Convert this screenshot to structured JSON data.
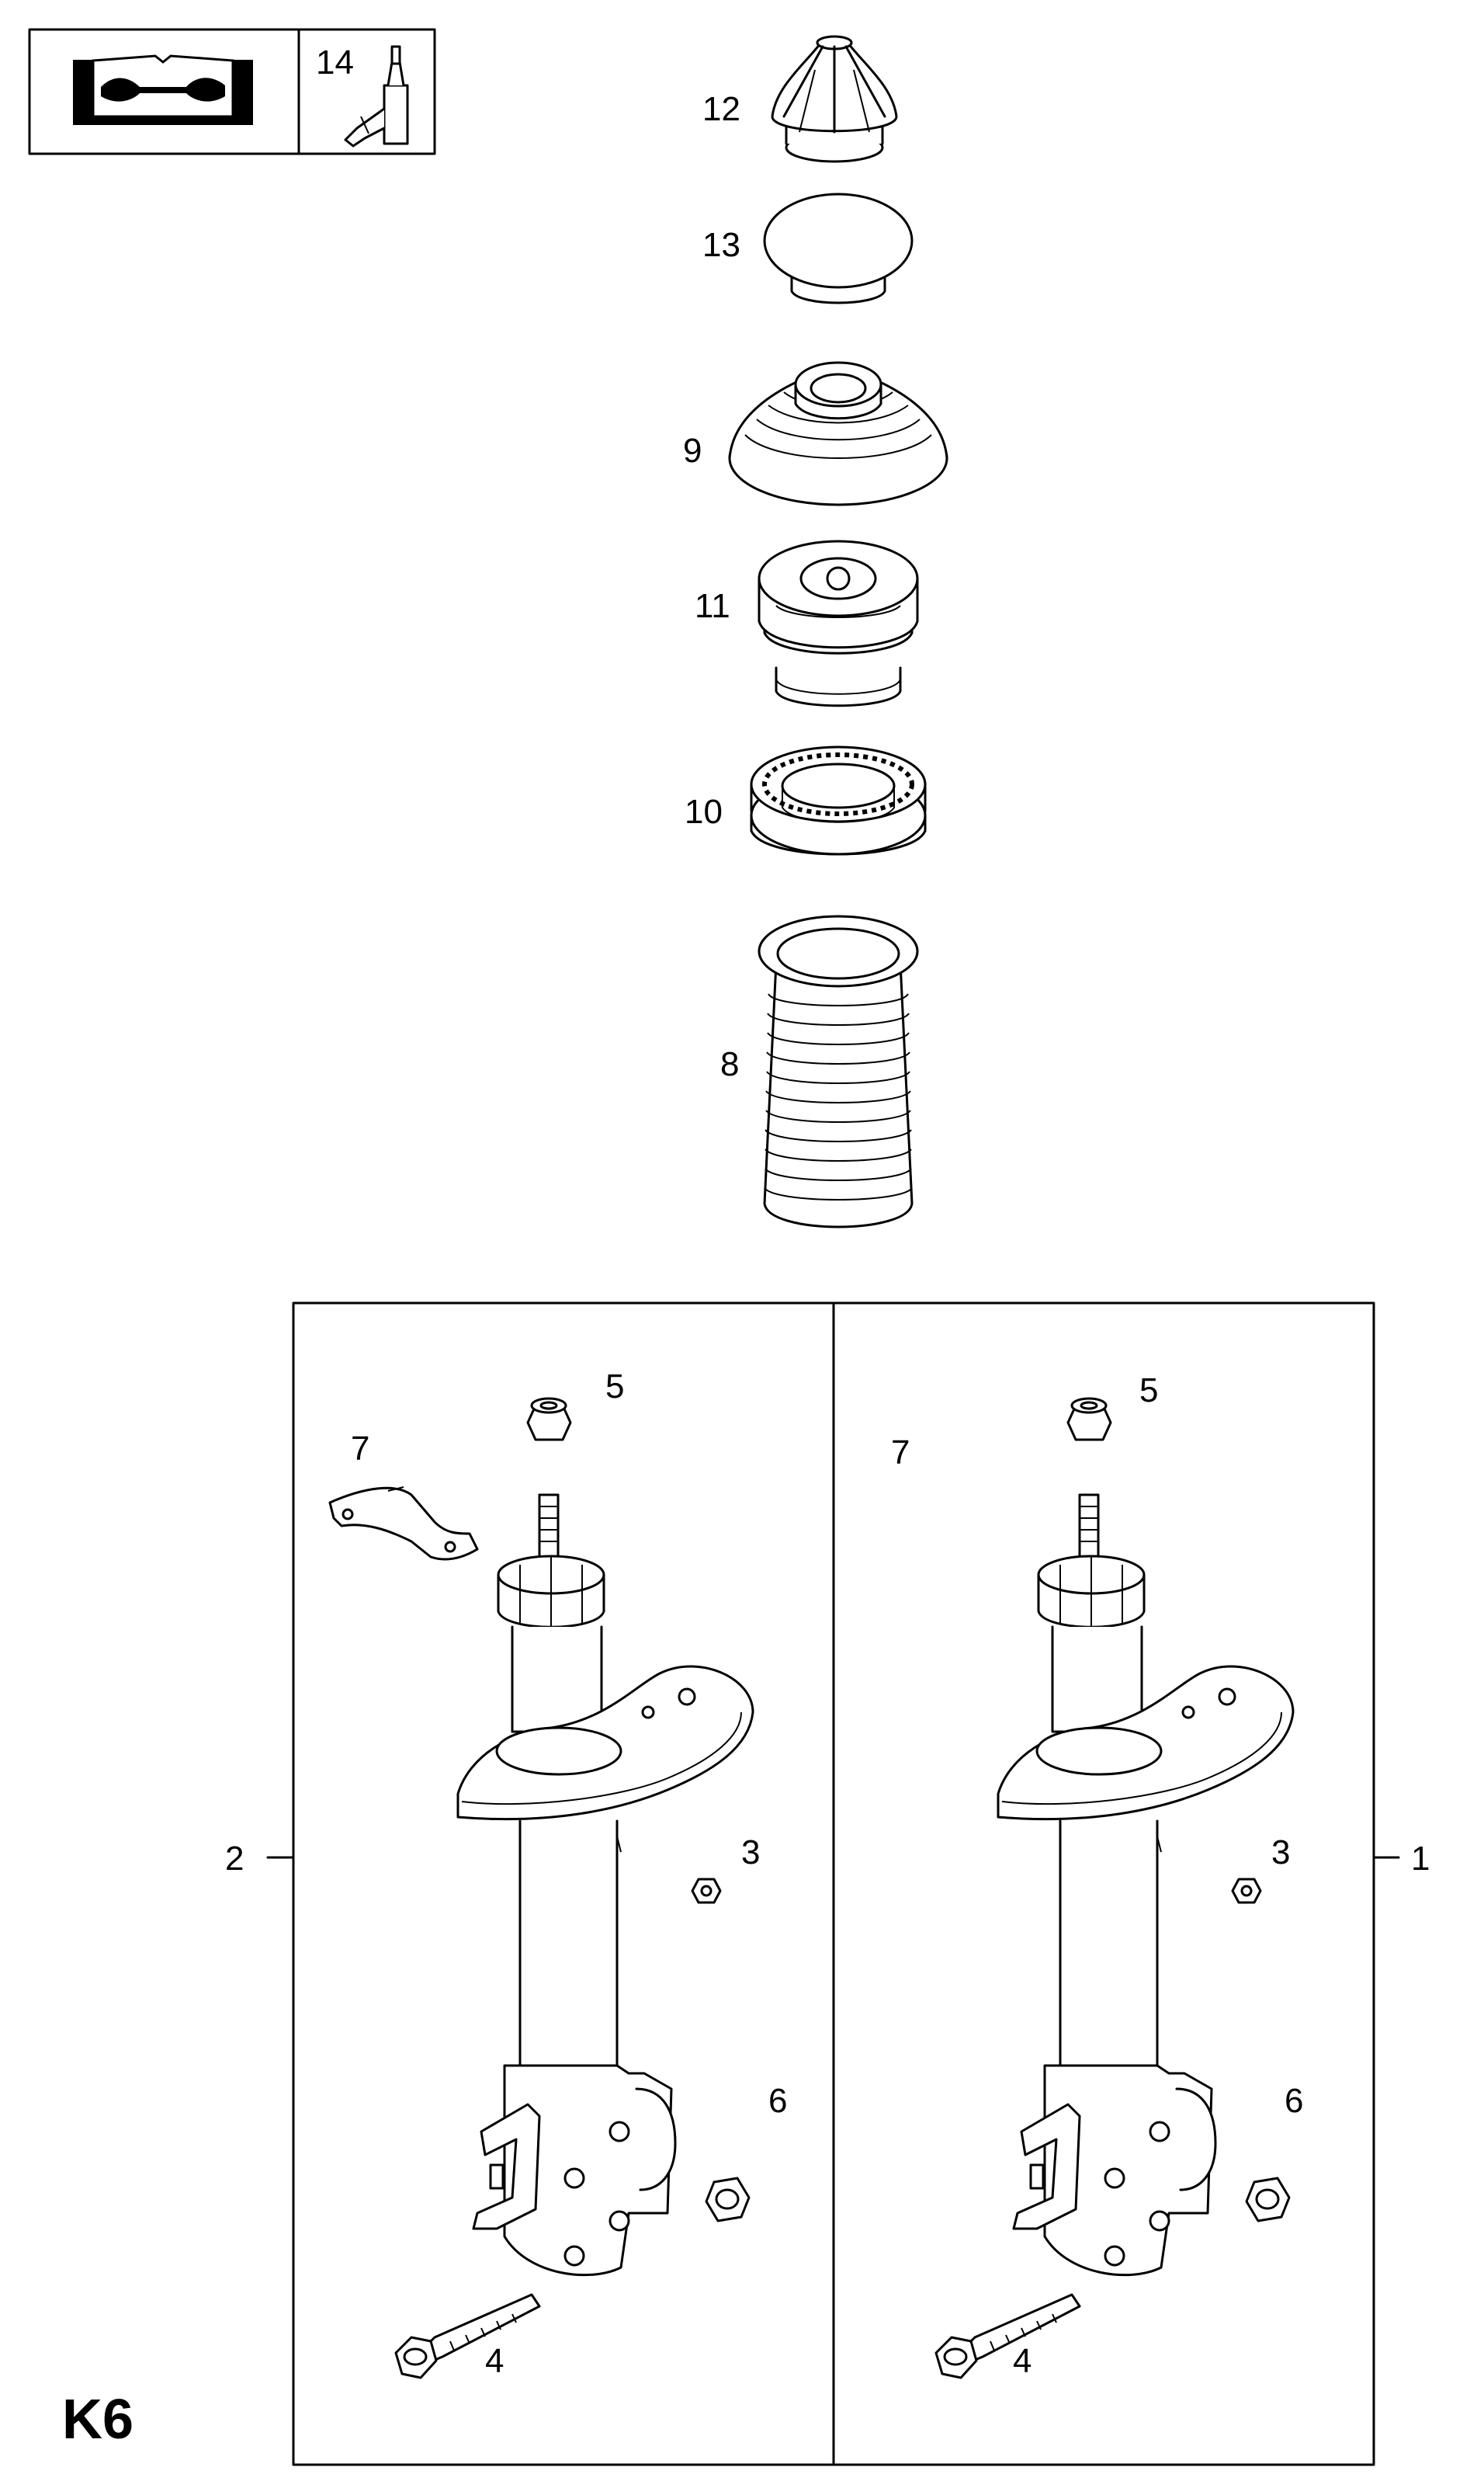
{
  "diagram": {
    "page_code": "K6",
    "header_box": {
      "icons": [
        "manual-book-icon",
        "grease-bottle-icon"
      ],
      "number": "14"
    },
    "parts": [
      {
        "ref": "12"
      },
      {
        "ref": "13"
      },
      {
        "ref": "9"
      },
      {
        "ref": "11"
      },
      {
        "ref": "10"
      },
      {
        "ref": "8"
      }
    ],
    "left_assembly": {
      "ref": "2",
      "parts": [
        "5",
        "7",
        "3",
        "6",
        "4"
      ]
    },
    "right_assembly": {
      "ref": "1",
      "parts": [
        "5",
        "7",
        "3",
        "6",
        "4"
      ]
    }
  }
}
